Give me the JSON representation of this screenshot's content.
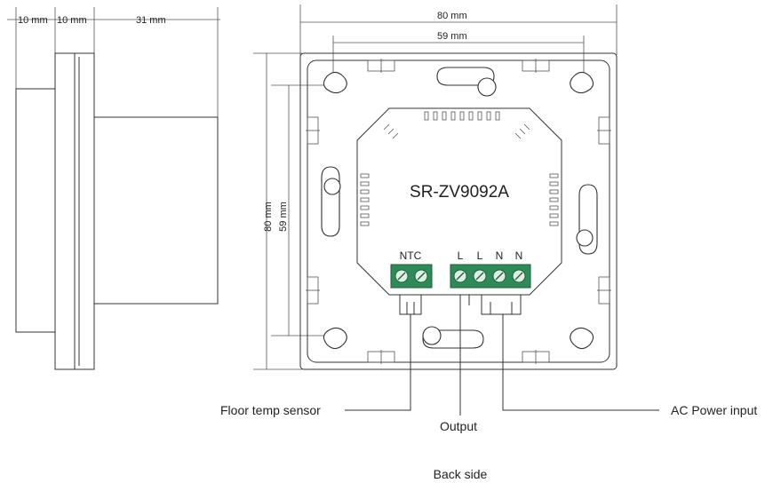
{
  "side_view": {
    "dim_1": "10 mm",
    "dim_2": "10 mm",
    "dim_3": "31 mm"
  },
  "back_view": {
    "width_outer": "80 mm",
    "width_inner": "59 mm",
    "height_outer": "80 mm",
    "height_inner": "59 mm",
    "model": "SR-ZV9092A",
    "terminal_ntc": "NTC",
    "terminal_l1": "L",
    "terminal_l2": "L",
    "terminal_n1": "N",
    "terminal_n2": "N"
  },
  "callouts": {
    "floor_temp_sensor": "Floor temp sensor",
    "output": "Output",
    "ac_power_input": "AC Power input"
  },
  "caption": "Back side",
  "colors": {
    "terminal_block": "#2e8b57",
    "line": "#333333"
  }
}
